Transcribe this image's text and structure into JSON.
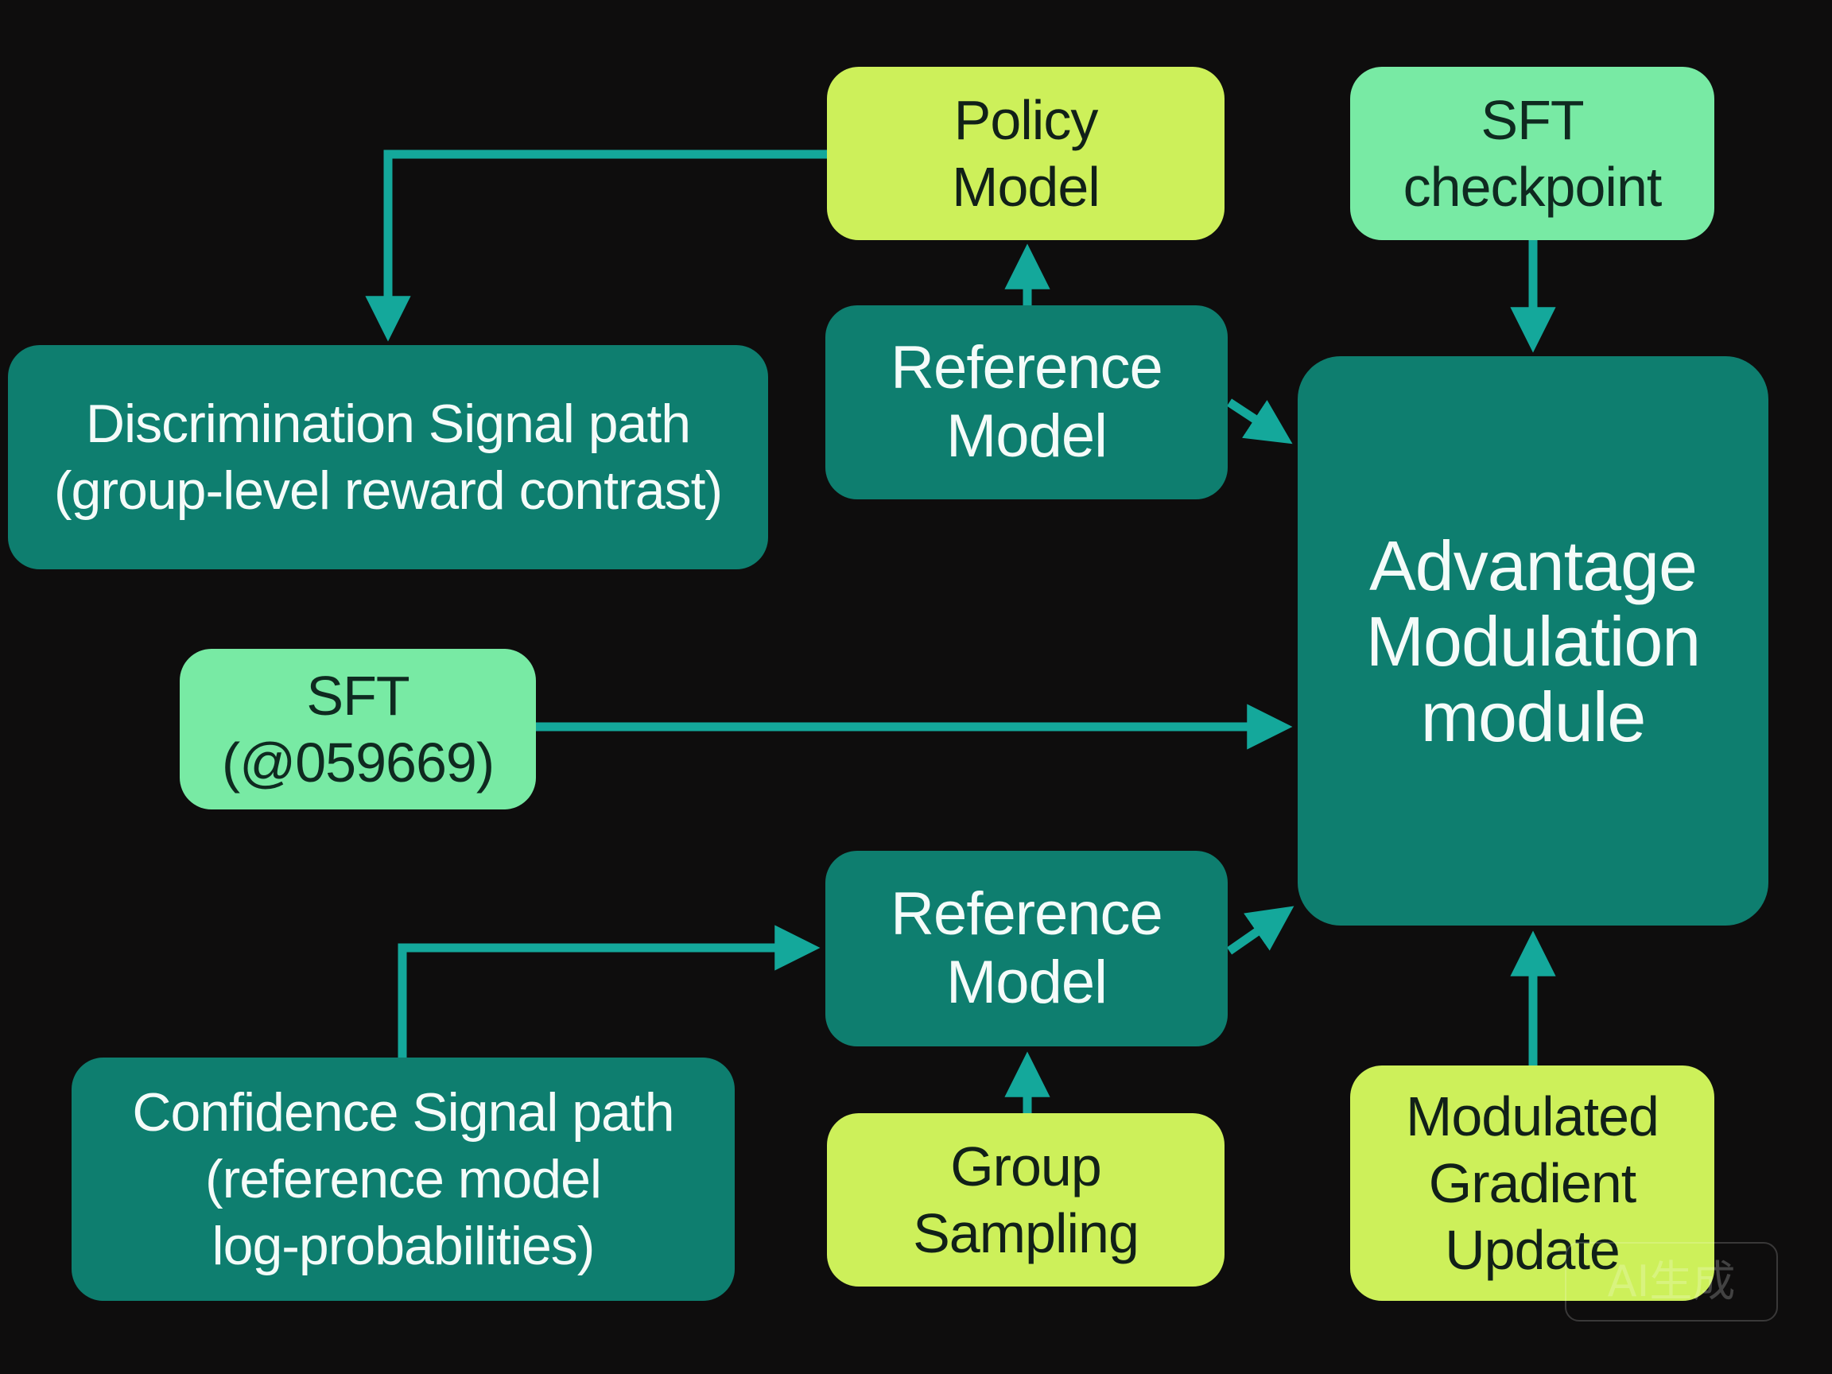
{
  "colors": {
    "background": "#0e0d0d",
    "teal_box": "#0e7e6f",
    "lime_box": "#cdf05a",
    "mint_box": "#78eaa4",
    "connector": "#14a89b"
  },
  "nodes": {
    "policy_model": {
      "lines": [
        "Policy",
        "Model"
      ]
    },
    "sft_checkpoint": {
      "lines": [
        "SFT",
        "checkpoint"
      ]
    },
    "reference_model_top": {
      "lines": [
        "Reference",
        "Model"
      ]
    },
    "discrimination_path": {
      "lines": [
        "Discrimination Signal path",
        "(group-level reward contrast)"
      ]
    },
    "advantage_modulation": {
      "lines": [
        "Advantage",
        "Modulation",
        "module"
      ]
    },
    "sft_id": {
      "lines": [
        "SFT",
        "(@059669)"
      ]
    },
    "reference_model_bottom": {
      "lines": [
        "Reference",
        "Model"
      ]
    },
    "confidence_path": {
      "lines": [
        "Confidence Signal path",
        "(reference model",
        "log-probabilities)"
      ]
    },
    "group_sampling": {
      "lines": [
        "Group",
        "Sampling"
      ]
    },
    "modulated_gradient": {
      "lines": [
        "Modulated",
        "Gradient",
        "Update"
      ]
    }
  },
  "edges": [
    {
      "from": "policy_model",
      "to": "discrimination_path"
    },
    {
      "from": "reference_model_top",
      "to": "policy_model"
    },
    {
      "from": "sft_checkpoint",
      "to": "advantage_modulation"
    },
    {
      "from": "reference_model_top",
      "to": "advantage_modulation"
    },
    {
      "from": "sft_id",
      "to": "advantage_modulation"
    },
    {
      "from": "reference_model_bottom",
      "to": "advantage_modulation"
    },
    {
      "from": "confidence_path",
      "to": "reference_model_bottom"
    },
    {
      "from": "group_sampling",
      "to": "reference_model_bottom"
    },
    {
      "from": "modulated_gradient",
      "to": "advantage_modulation"
    }
  ],
  "watermark": {
    "label": "AI生成"
  }
}
